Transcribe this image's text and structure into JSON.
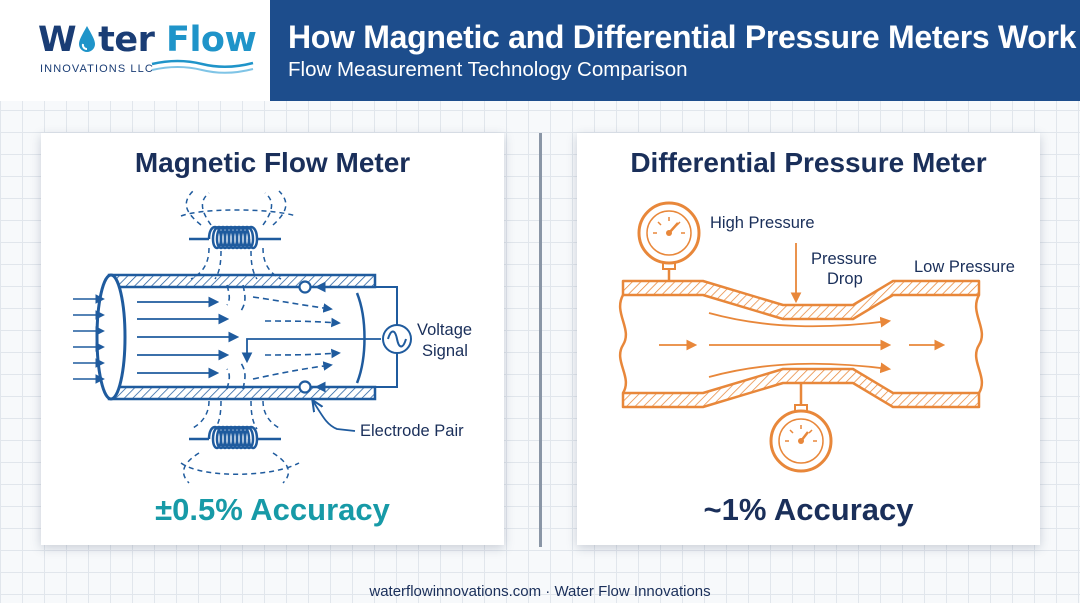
{
  "logo": {
    "name_prefix": "W",
    "name_suffix": "ter",
    "name_second": "Flow",
    "tagline": "INNOVATIONS LLC"
  },
  "header": {
    "title": "How Magnetic and Differential Pressure Meters Work",
    "subtitle": "Flow Measurement Technology Comparison"
  },
  "magnetic_panel": {
    "title": "Magnetic Flow Meter",
    "labels": {
      "voltage_line1": "Voltage",
      "voltage_line2": "Signal",
      "electrode": "Electrode Pair"
    },
    "accuracy": "±0.5% Accuracy",
    "accuracy_color": "#179aa7",
    "line_color": "#1f5b9e"
  },
  "dp_panel": {
    "title": "Differential Pressure Meter",
    "labels": {
      "high": "High Pressure",
      "drop_line1": "Pressure",
      "drop_line2": "Drop",
      "low": "Low Pressure"
    },
    "accuracy": "~1% Accuracy",
    "line_color": "#e8873a"
  },
  "footer": "waterflowinnovations.com · Water Flow Innovations",
  "colors": {
    "header_bg": "#1d4d8c",
    "navy_text": "#1a2f5a",
    "logo_blue": "#1f94c9"
  }
}
